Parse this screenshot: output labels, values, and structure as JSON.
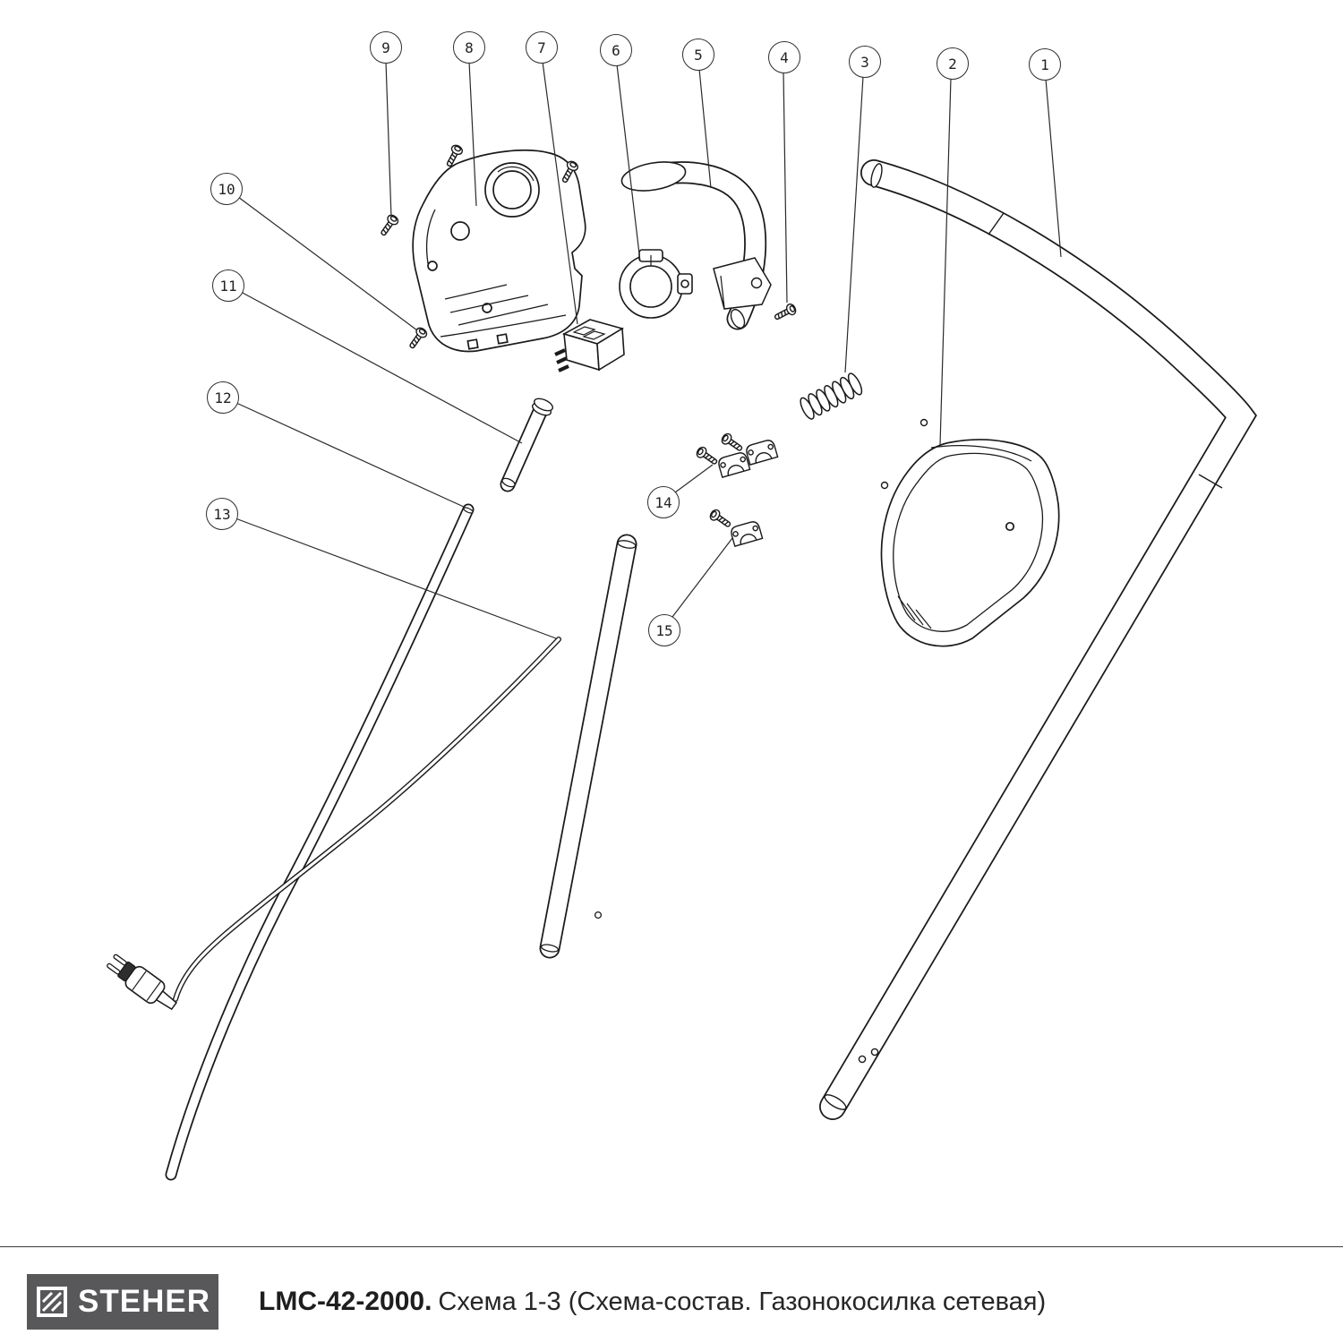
{
  "page": {
    "background": "#ffffff",
    "line_color": "#1a1a1a"
  },
  "footer": {
    "brand": "STEHER",
    "title_model": "LMC-42-2000.",
    "title_rest": "Схема 1-3 (Схема-состав. Газонокосилка сетевая)",
    "logo_bg": "#58585a"
  },
  "diagram": {
    "type": "exploded-parts-diagram",
    "callouts": [
      {
        "label": "1"
      },
      {
        "label": "2"
      },
      {
        "label": "3"
      },
      {
        "label": "4"
      },
      {
        "label": "5"
      },
      {
        "label": "6"
      },
      {
        "label": "7"
      },
      {
        "label": "8"
      },
      {
        "label": "9"
      },
      {
        "label": "10"
      },
      {
        "label": "11"
      },
      {
        "label": "12"
      },
      {
        "label": "13"
      },
      {
        "label": "14"
      },
      {
        "label": "15"
      }
    ]
  }
}
